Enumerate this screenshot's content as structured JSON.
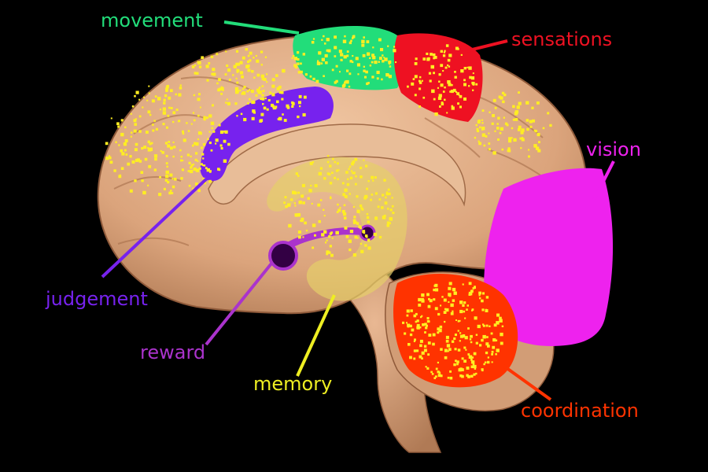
{
  "labels": {
    "movement": "movement",
    "sensations": "sensations",
    "vision": "vision",
    "judgement": "judgement",
    "reward": "reward",
    "memory": "memory",
    "coordination": "coordination"
  },
  "colors": {
    "background": "#000000",
    "brain": "#e2b08a",
    "brain_shadow": "#b8825c",
    "brain_dark": "#8f5a3a",
    "movement": "#22dd7a",
    "sensations": "#ee1122",
    "vision": "#ee22ee",
    "judgement": "#7722ee",
    "reward": "#aa33cc",
    "memory": "#eeee22",
    "coordination": "#ff3300",
    "dots": "#ffee22"
  }
}
